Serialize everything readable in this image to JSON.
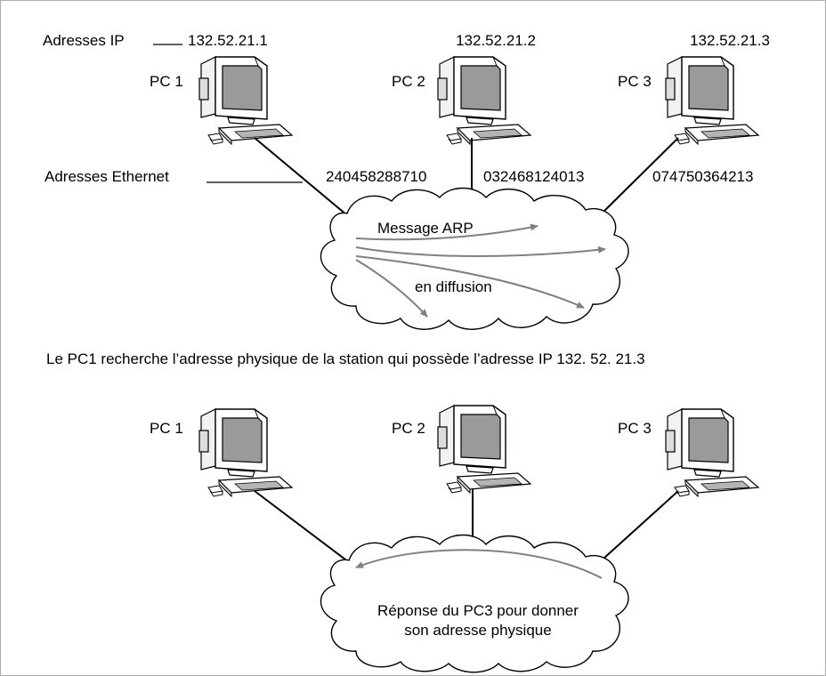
{
  "top": {
    "ip_label": "Adresses IP",
    "ethernet_label": "Adresses Ethernet",
    "pcs": [
      {
        "name": "PC 1",
        "ip": "132.52.21.1",
        "ethernet": "240458288710"
      },
      {
        "name": "PC 2",
        "ip": "132.52.21.2",
        "ethernet": "032468124013"
      },
      {
        "name": "PC 3",
        "ip": "132.52.21.3",
        "ethernet": "074750364213"
      }
    ],
    "cloud_text_1": "Message ARP",
    "cloud_text_2": "en diffusion"
  },
  "caption": "Le PC1 recherche l’adresse physique de la station qui possède l’adresse IP 132. 52. 21.3",
  "bottom": {
    "pcs": [
      {
        "name": "PC 1"
      },
      {
        "name": "PC 2"
      },
      {
        "name": "PC 3"
      }
    ],
    "cloud_text_line1": "Réponse du PC3 pour donner",
    "cloud_text_line2": "son adresse physique"
  },
  "colors": {
    "line": "#000000",
    "arrow": "#808080",
    "screen": "#9a9a9a",
    "frame": "#b0b0b0"
  },
  "icons": [
    "computer-icon",
    "cloud-network-icon",
    "arrow-icon"
  ]
}
